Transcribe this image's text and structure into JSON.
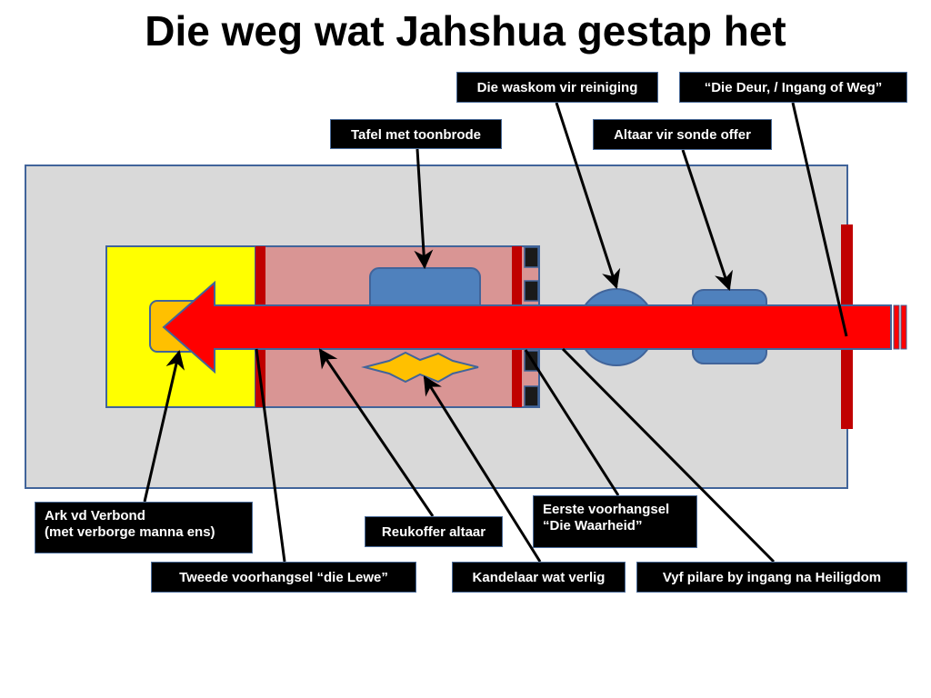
{
  "title": "Die weg wat Jahshua gestap het",
  "colors": {
    "courtyard": "#d9d9d9",
    "courtyard_border": "#41649a",
    "most_holy": "#ffff00",
    "holy_place": "#d99594",
    "curtain": "#c00000",
    "furniture": "#4f81bd",
    "ark": "#ffc000",
    "arrow": "#ff0000",
    "lampstand": "#ffc000",
    "callout_background": "#000000",
    "callout_text": "#ffffff"
  },
  "callouts": {
    "waskom": "Die waskom vir reiniging",
    "deur": "“Die Deur, / Ingang of Weg”",
    "tafel": "Tafel met toonbrode",
    "altaar_sonde": "Altaar vir sonde offer",
    "ark_line1": "Ark vd Verbond",
    "ark_line2": "(met verborge manna ens)",
    "reukoffer": "Reukoffer altaar",
    "eerste_line1": "Eerste voorhangsel",
    "eerste_line2": "“Die Waarheid”",
    "tweede": "Tweede voorhangsel “die Lewe”",
    "kandelaar": "Kandelaar wat verlig",
    "pilare": "Vyf pilare by ingang na Heiligdom"
  }
}
